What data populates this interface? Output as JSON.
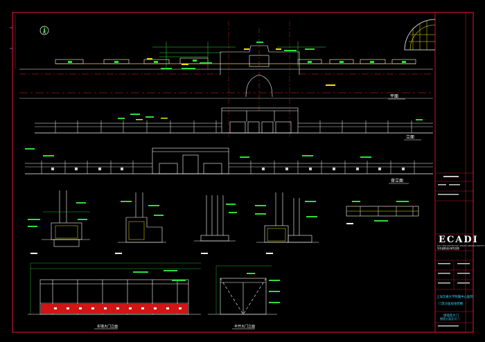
{
  "drawing": {
    "views": {
      "plan": "平面",
      "front_elevation": "立面",
      "rear_elevation": "背立面"
    },
    "details": {
      "gate_elevation_a": "实墙大门立面",
      "gate_elevation_b": "平开大门立面"
    }
  },
  "title_block": {
    "logo": "ECADI",
    "company_en": "EAST CHINA ARCHITECTURAL DESIGN & RESEARCH INSTITUTE",
    "company_cn": "华东建筑设计研究总院",
    "project_line1": "上海交通大学附属中心医院",
    "project_line2": "门急诊医技住院楼",
    "drawing_title_line1": "围墙及大门",
    "drawing_title_line2": "围墙立面及大门"
  },
  "colors": {
    "frame": "#c8102e",
    "line_white": "#ffffff",
    "line_yellow": "#f2e600",
    "line_green": "#2ee03a",
    "line_cyan": "#3ad6ff",
    "line_red": "#e8282a",
    "line_magenta": "#e040e0",
    "fill_red": "#d01515"
  }
}
